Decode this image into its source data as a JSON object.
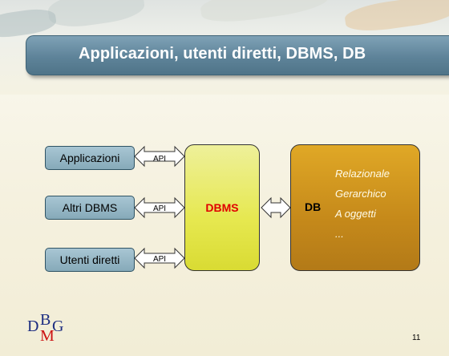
{
  "slide": {
    "title": "Applicazioni, utenti diretti, DBMS, DB",
    "page_number": "11"
  },
  "diagram": {
    "left_boxes": [
      {
        "label": "Applicazioni"
      },
      {
        "label": "Altri DBMS"
      },
      {
        "label": "Utenti diretti"
      }
    ],
    "api_label": "API",
    "dbms_label": "DBMS",
    "db_label": "DB",
    "db_types": [
      "Relazionale",
      "Gerarchico",
      "A oggetti",
      "..."
    ]
  },
  "logo": {
    "d": "D",
    "b": "B",
    "m": "M",
    "g": "G"
  },
  "colors": {
    "title_bar": "#5e8399",
    "left_box": "#86aab9",
    "dbms_box": "#e6e84f",
    "dbms_text": "#e00000",
    "db_box": "#c5891a",
    "db_italic_text": "#fffbe8"
  }
}
